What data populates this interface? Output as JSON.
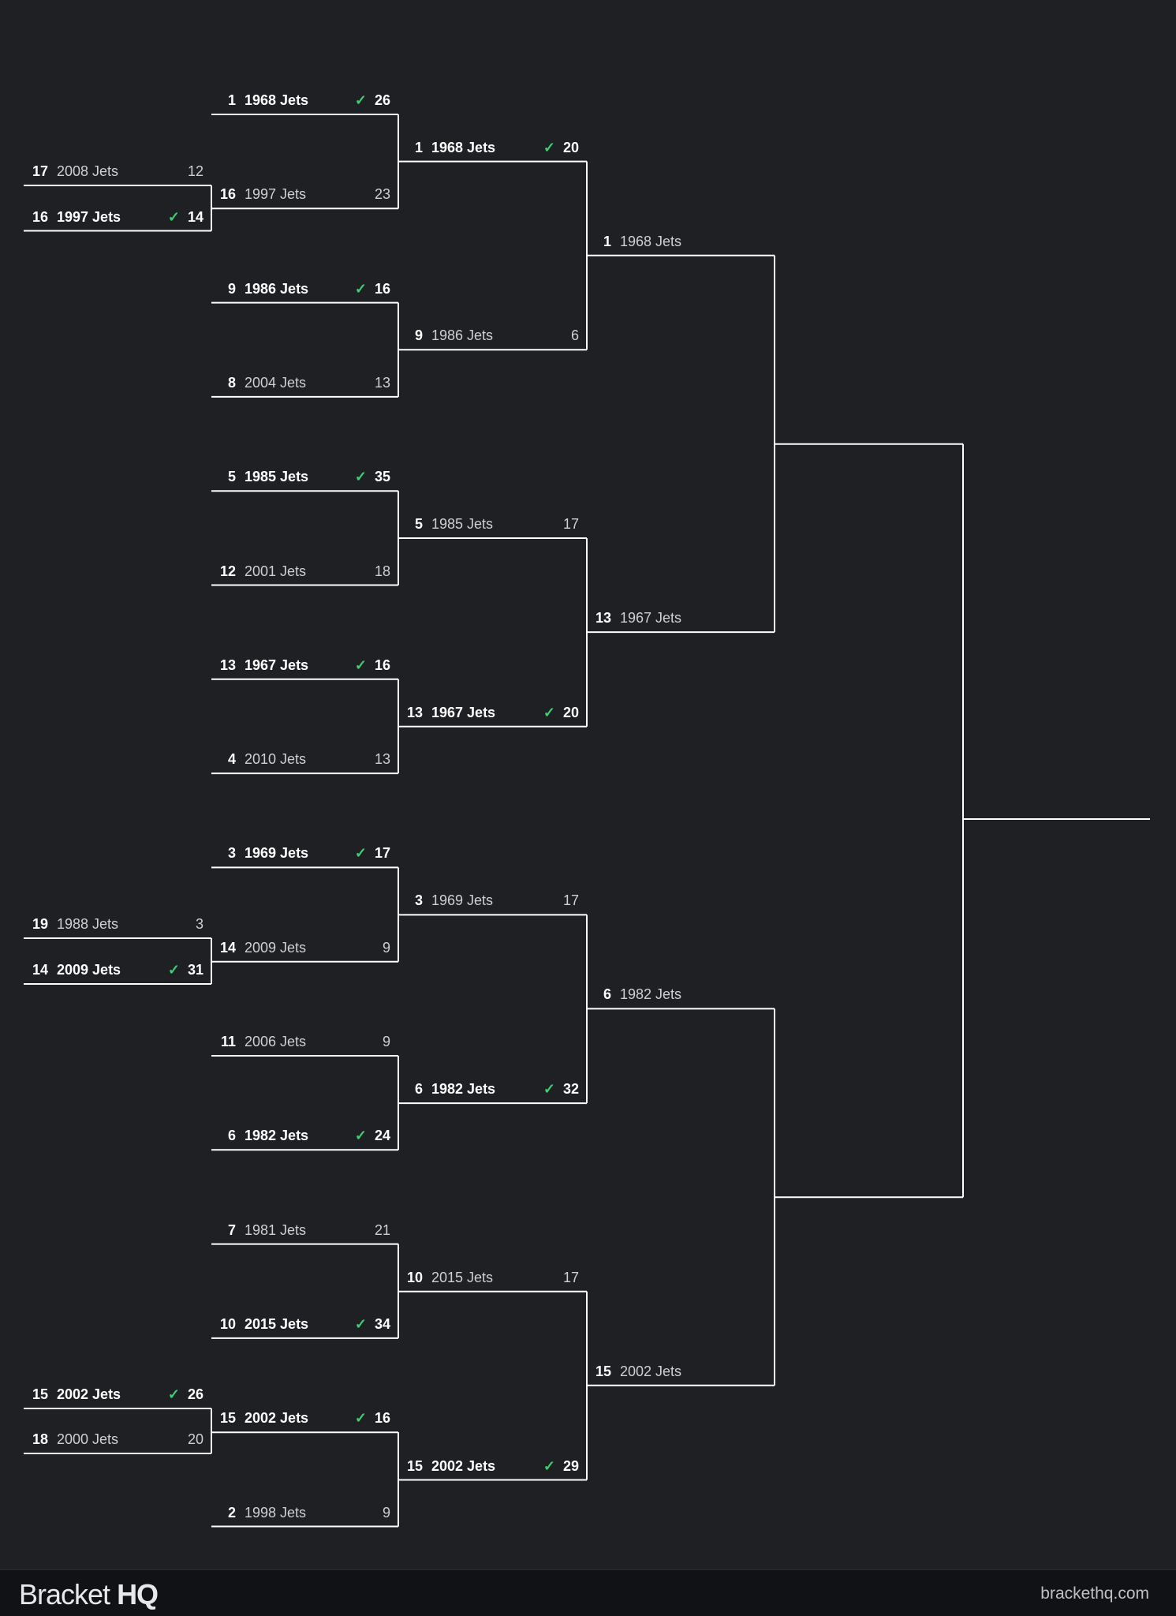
{
  "colors": {
    "background": "#1f2024",
    "line": "#ffffff",
    "check": "#3ecf73",
    "footer": "#111215"
  },
  "rounds": [
    {
      "name": "play-in",
      "slots": [
        {
          "seed": "17",
          "team": "2008 Jets",
          "score": "12",
          "winner": false
        },
        {
          "seed": "16",
          "team": "1997 Jets",
          "score": "14",
          "winner": true
        },
        {
          "seed": "19",
          "team": "1988 Jets",
          "score": "3",
          "winner": false
        },
        {
          "seed": "14",
          "team": "2009 Jets",
          "score": "31",
          "winner": true
        },
        {
          "seed": "15",
          "team": "2002 Jets",
          "score": "26",
          "winner": true
        },
        {
          "seed": "18",
          "team": "2000 Jets",
          "score": "20",
          "winner": false
        }
      ]
    },
    {
      "name": "round-1",
      "slots": [
        {
          "seed": "1",
          "team": "1968 Jets",
          "score": "26",
          "winner": true
        },
        {
          "seed": "16",
          "team": "1997 Jets",
          "score": "23",
          "winner": false
        },
        {
          "seed": "9",
          "team": "1986 Jets",
          "score": "16",
          "winner": true
        },
        {
          "seed": "8",
          "team": "2004 Jets",
          "score": "13",
          "winner": false
        },
        {
          "seed": "5",
          "team": "1985 Jets",
          "score": "35",
          "winner": true
        },
        {
          "seed": "12",
          "team": "2001 Jets",
          "score": "18",
          "winner": false
        },
        {
          "seed": "13",
          "team": "1967 Jets",
          "score": "16",
          "winner": true
        },
        {
          "seed": "4",
          "team": "2010 Jets",
          "score": "13",
          "winner": false
        },
        {
          "seed": "3",
          "team": "1969 Jets",
          "score": "17",
          "winner": true
        },
        {
          "seed": "14",
          "team": "2009 Jets",
          "score": "9",
          "winner": false
        },
        {
          "seed": "11",
          "team": "2006 Jets",
          "score": "9",
          "winner": false
        },
        {
          "seed": "6",
          "team": "1982 Jets",
          "score": "24",
          "winner": true
        },
        {
          "seed": "7",
          "team": "1981 Jets",
          "score": "21",
          "winner": false
        },
        {
          "seed": "10",
          "team": "2015 Jets",
          "score": "34",
          "winner": true
        },
        {
          "seed": "15",
          "team": "2002 Jets",
          "score": "16",
          "winner": true
        },
        {
          "seed": "2",
          "team": "1998 Jets",
          "score": "9",
          "winner": false
        }
      ]
    },
    {
      "name": "round-2",
      "slots": [
        {
          "seed": "1",
          "team": "1968 Jets",
          "score": "20",
          "winner": true
        },
        {
          "seed": "9",
          "team": "1986 Jets",
          "score": "6",
          "winner": false
        },
        {
          "seed": "5",
          "team": "1985 Jets",
          "score": "17",
          "winner": false
        },
        {
          "seed": "13",
          "team": "1967 Jets",
          "score": "20",
          "winner": true
        },
        {
          "seed": "3",
          "team": "1969 Jets",
          "score": "17",
          "winner": false
        },
        {
          "seed": "6",
          "team": "1982 Jets",
          "score": "32",
          "winner": true
        },
        {
          "seed": "10",
          "team": "2015 Jets",
          "score": "17",
          "winner": false
        },
        {
          "seed": "15",
          "team": "2002 Jets",
          "score": "29",
          "winner": true
        }
      ]
    },
    {
      "name": "round-3",
      "slots": [
        {
          "seed": "1",
          "team": "1968 Jets",
          "score": "",
          "winner": false
        },
        {
          "seed": "13",
          "team": "1967 Jets",
          "score": "",
          "winner": false
        },
        {
          "seed": "6",
          "team": "1982 Jets",
          "score": "",
          "winner": false
        },
        {
          "seed": "15",
          "team": "2002 Jets",
          "score": "",
          "winner": false
        }
      ]
    },
    {
      "name": "semifinal",
      "slots": [
        {},
        {}
      ]
    },
    {
      "name": "final",
      "slots": [
        {}
      ]
    }
  ],
  "check_icon": "check-icon",
  "footer": {
    "brand_light": "Bracket",
    "brand_bold": "HQ",
    "site": "brackethq.com"
  }
}
